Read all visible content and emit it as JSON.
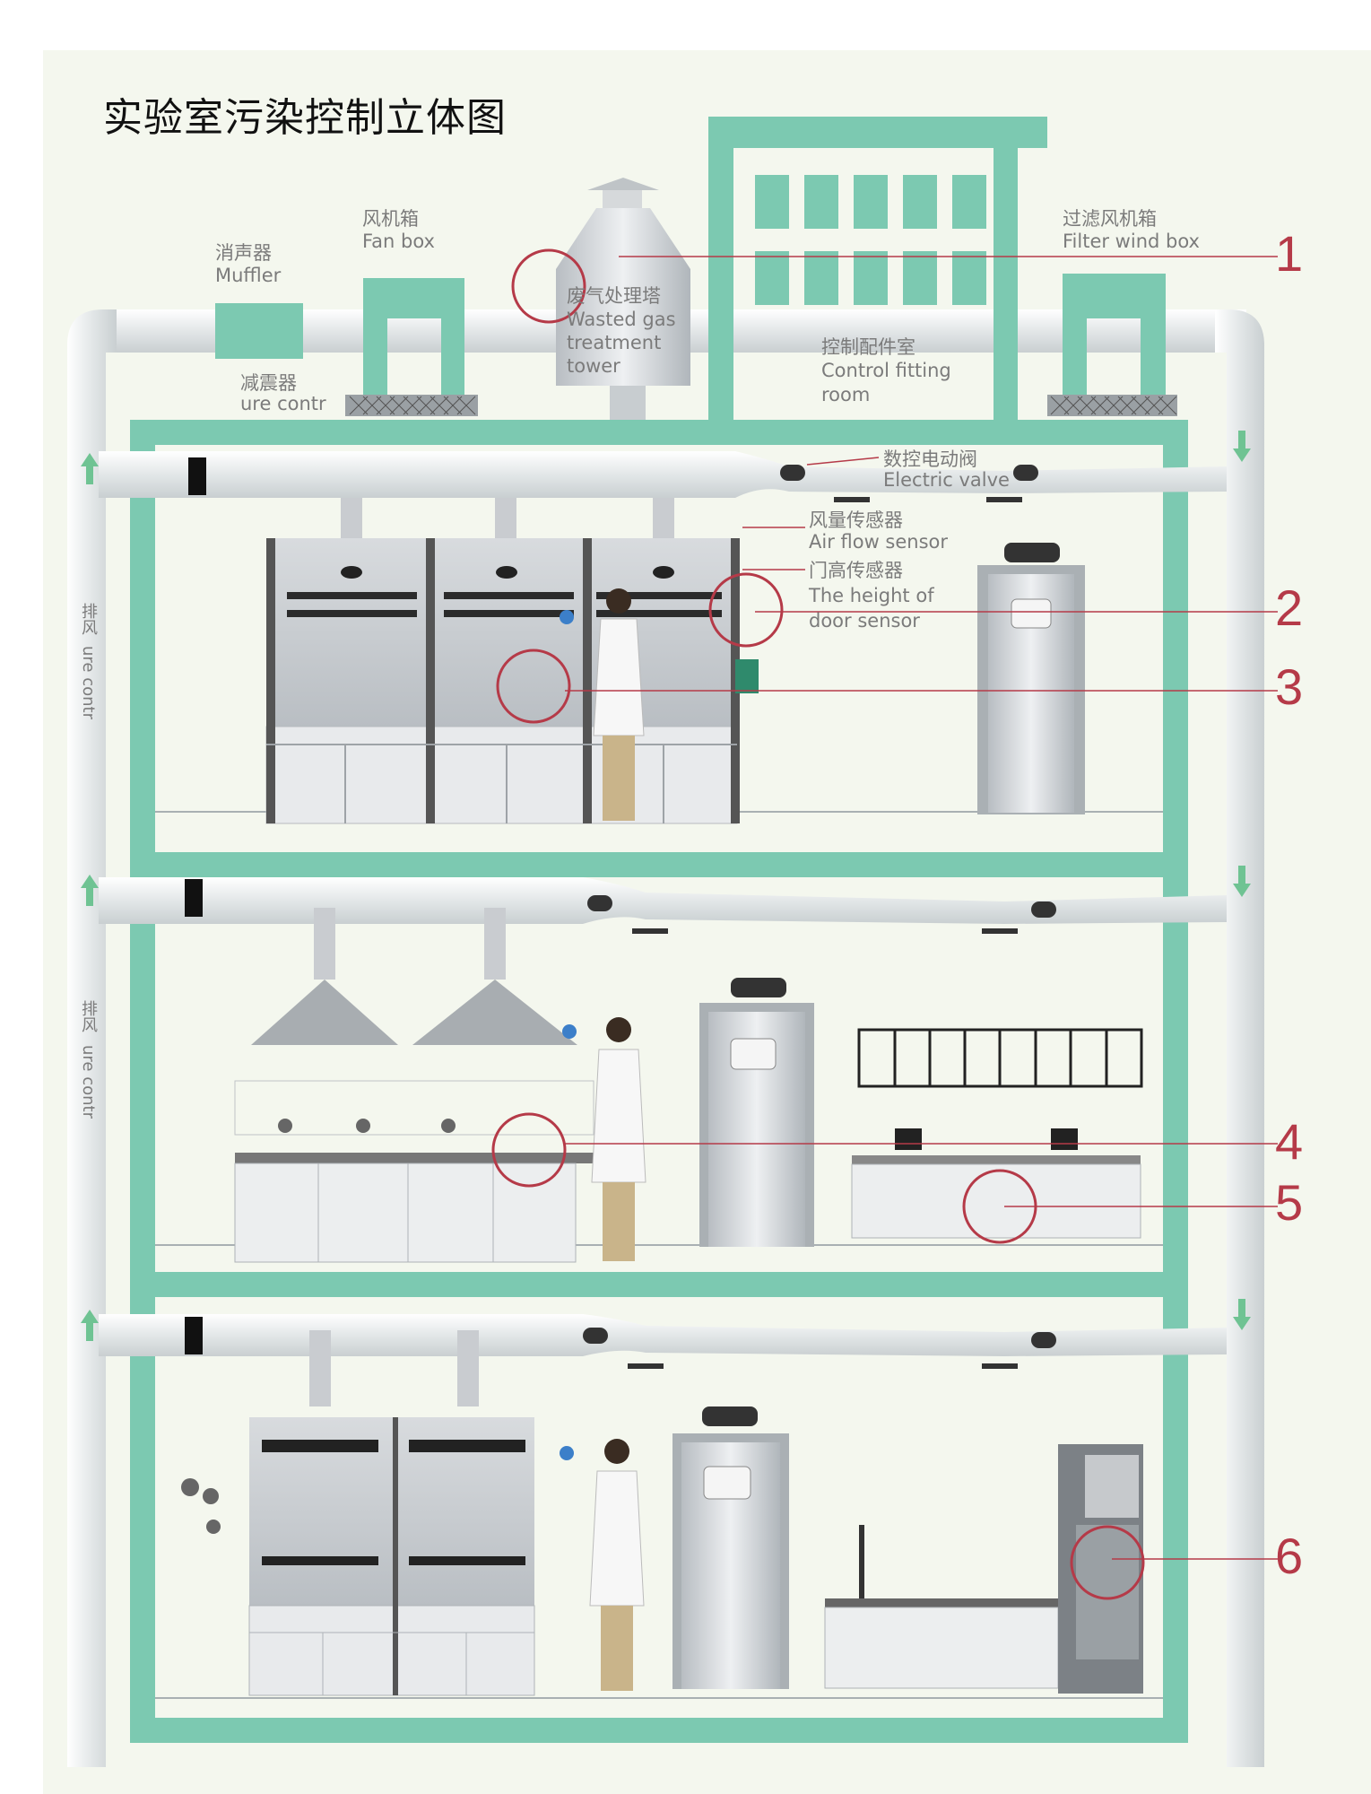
{
  "title": "实验室污染控制立体图",
  "labels": {
    "muffler_cn": "消声器",
    "muffler_en": "Muffler",
    "fanbox_cn": "风机箱",
    "fanbox_en": "Fan box",
    "tower_cn": "废气处理塔",
    "tower_en1": "Wasted gas",
    "tower_en2": "treatment",
    "tower_en3": "tower",
    "control_cn": "控制配件室",
    "control_en1": "Control fitting",
    "control_en2": "room",
    "filter_cn": "过滤风机箱",
    "filter_en": "Filter wind box",
    "damper_cn": "减震器",
    "damper_en": "ure contr",
    "valve_cn": "数控电动阀",
    "valve_en": "Electric valve",
    "airflow_cn": "风量传感器",
    "airflow_en": "Air flow sensor",
    "door_cn": "门高传感器",
    "door_en1": "The height of",
    "door_en2": "door sensor",
    "exhaust_cn": "排风",
    "exhaust_en": "ure contr"
  },
  "callouts": [
    "1",
    "2",
    "3",
    "4",
    "5",
    "6"
  ],
  "colors": {
    "structure": "#7cc9b1",
    "callout": "#b53a48",
    "duct": "#e6e9ea",
    "background": "#f4f7ee"
  }
}
